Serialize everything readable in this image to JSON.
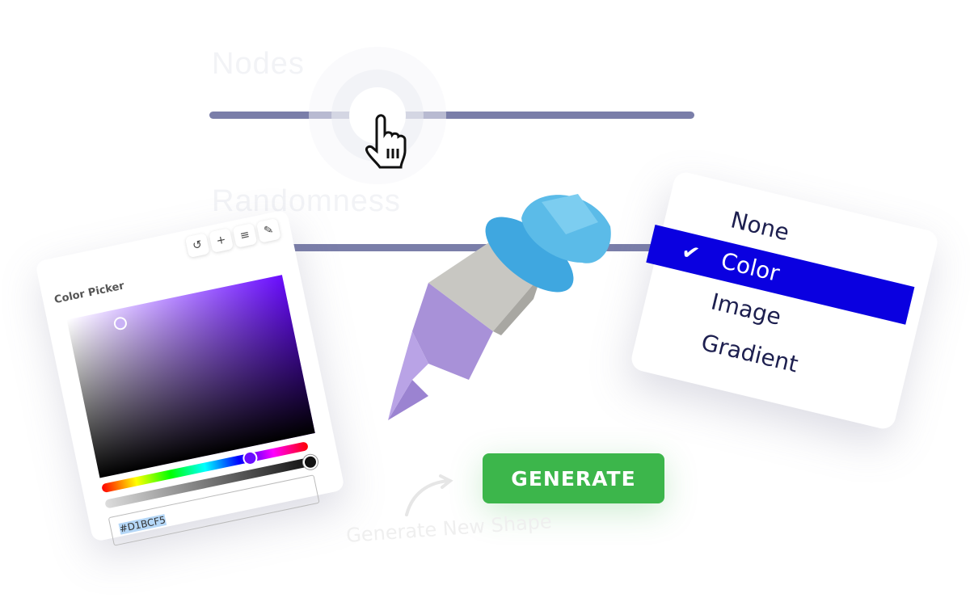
{
  "sliders": [
    {
      "label": "Nodes"
    },
    {
      "label": "Randomness"
    }
  ],
  "color_picker": {
    "title": "Color Picker",
    "tools": [
      "reset-icon",
      "plus-icon",
      "database-icon",
      "eyedropper-icon"
    ],
    "hex_value": "#D1BCF5",
    "hue_color": "#6a0dff"
  },
  "fill_menu": {
    "options": [
      "None",
      "Color",
      "Image",
      "Gradient"
    ],
    "selected": "Color",
    "check": "✔"
  },
  "generate": {
    "label": "GENERATE",
    "note": "Generate New Shape",
    "color": "#3cb64b"
  },
  "colors": {
    "track": "#7a7ea9",
    "selected": "#0a00e0"
  }
}
